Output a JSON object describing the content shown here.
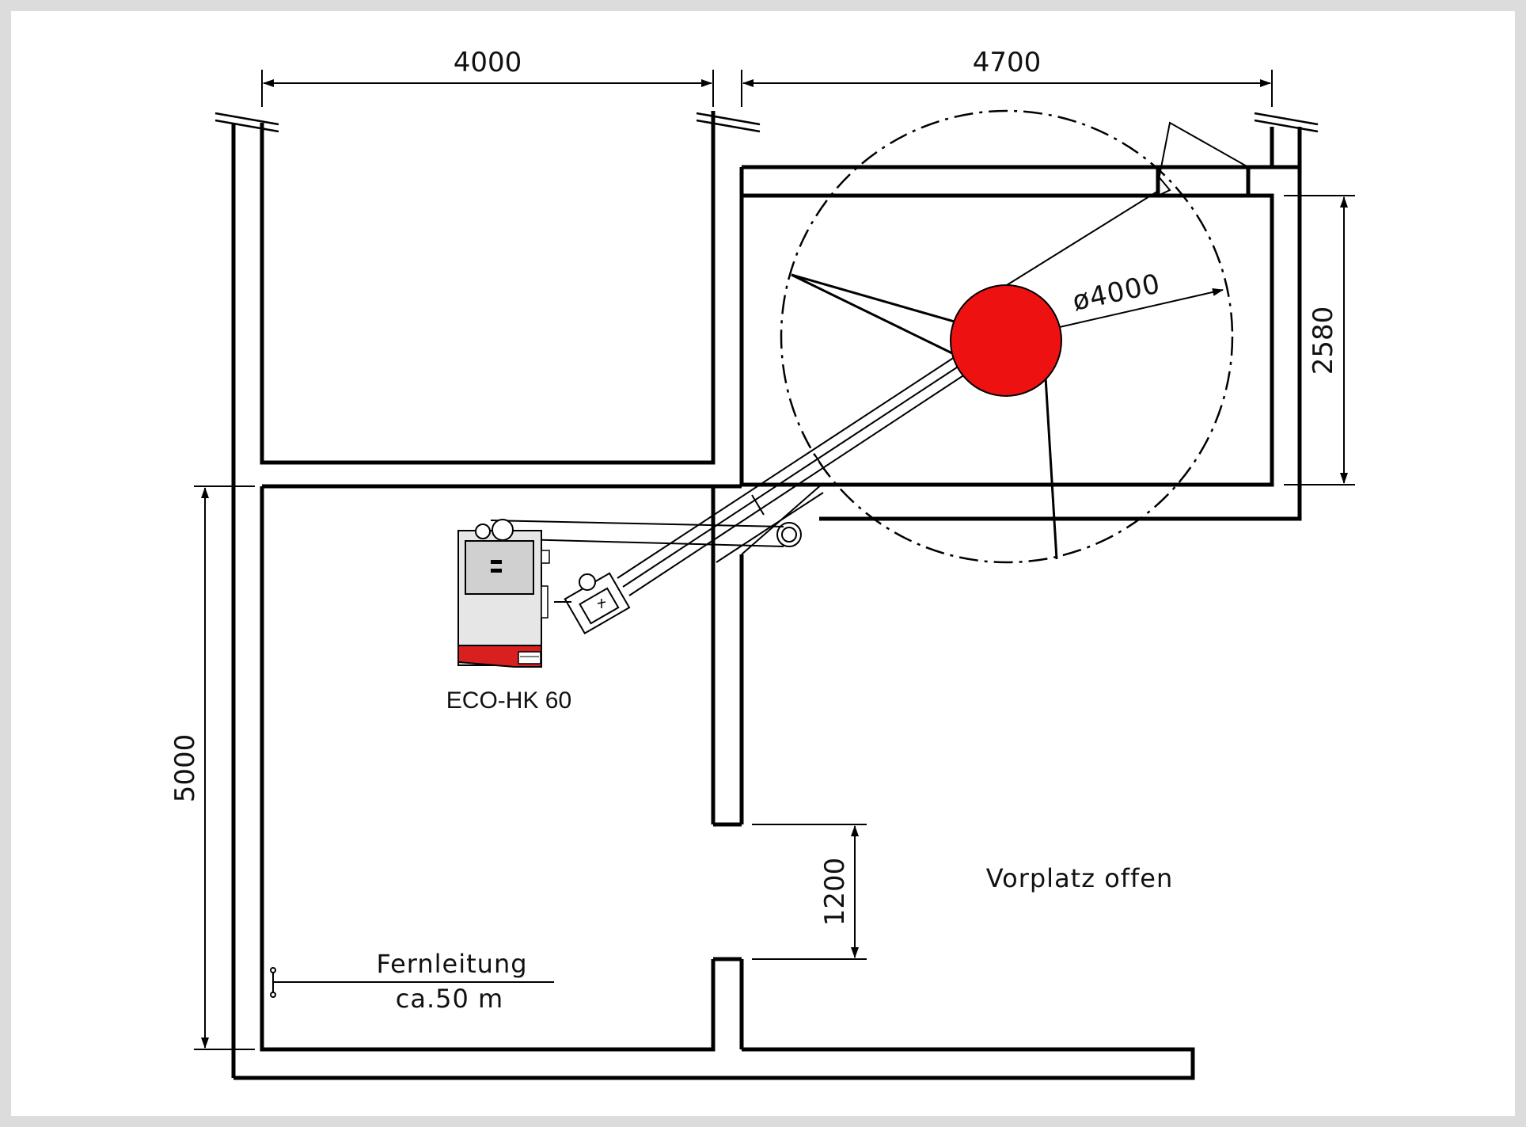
{
  "dimensions": {
    "top_left_width": "4000",
    "top_right_width": "4700",
    "right_height": "2580",
    "left_height": "5000",
    "door_width": "1200",
    "circle_diameter": "ø4000"
  },
  "labels": {
    "boiler": "ECO-HK 60",
    "forecourt": "Vorplatz  offen",
    "pipeline_line1": "Fernleitung",
    "pipeline_line2": "ca.50  m"
  },
  "colors": {
    "silo": "#ee1111",
    "boiler_body": "#e6e6e6",
    "boiler_base": "#d92020",
    "walls": "#000000"
  }
}
